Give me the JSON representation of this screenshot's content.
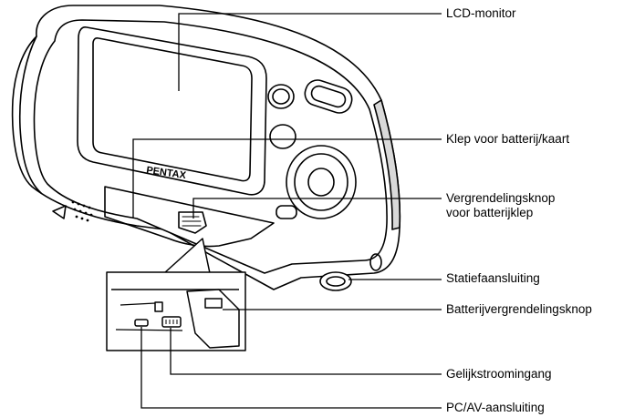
{
  "camera": {
    "brand": "PENTAX"
  },
  "callouts": {
    "lcd_monitor": "LCD-monitor",
    "battery_card_cover": "Klep voor batterij/kaart",
    "cover_lock_line1": "Vergrendelingsknop",
    "cover_lock_line2": "voor batterijklep",
    "tripod_socket": "Statiefaansluiting",
    "battery_lock": "Batterijvergrendelingsknop",
    "dc_input": "Gelijkstroomingang",
    "pc_av": "PC/AV-aansluiting"
  },
  "colors": {
    "line": "#000000",
    "body_fill": "#ffffff",
    "shade": "#d9d9d9"
  }
}
